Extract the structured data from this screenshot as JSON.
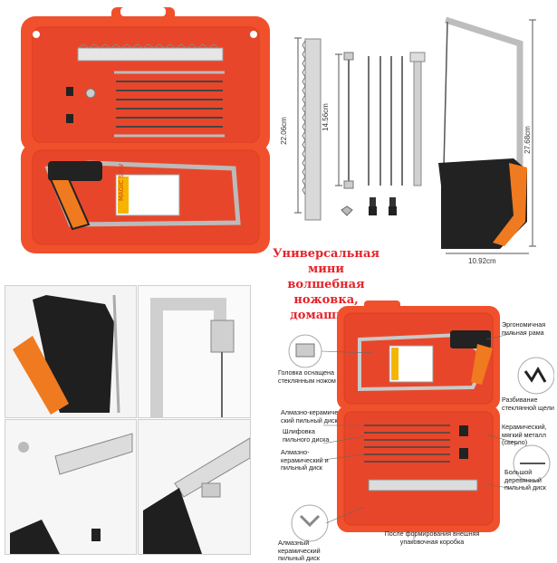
{
  "title": {
    "line1": "Универсальная мини",
    "line2": "волшебная ножовка,",
    "line3": "домашняя"
  },
  "dimensions": {
    "blade_length": "22.06cm",
    "blade_short": "14.56cm",
    "frame_height": "27.68cm",
    "frame_width": "10.92cm"
  },
  "case_label": "MAGIC SAW",
  "callouts": {
    "ergonomic_frame": "Эргономичная пильная рама",
    "head_glass_knife": "Головка оснащена стеклянным ножом",
    "diamond_disc": "Алмазно-керамиче ский пильный диск",
    "polish_disc": "Шлифовка пильного диска",
    "diamond_disc_2": "Алмазно-керамический и пильный диск",
    "split_glass": "Разбивание стеклянной щели",
    "ceramic_soft_metal": "Керамический, мягкий металл (сверло)",
    "big_wood_disc": "Большой деревянный пильный диск",
    "diamond_ceramic_bottom": "Алмазный керамический пильный диск",
    "packaging": "После формирования внешняя упаковочная коробка"
  },
  "colors": {
    "case_orange": "#f0502c",
    "case_dark": "#d9401f",
    "title_red": "#e5242b",
    "handle_orange": "#f07a1f",
    "metal": "#c9c9c9"
  }
}
